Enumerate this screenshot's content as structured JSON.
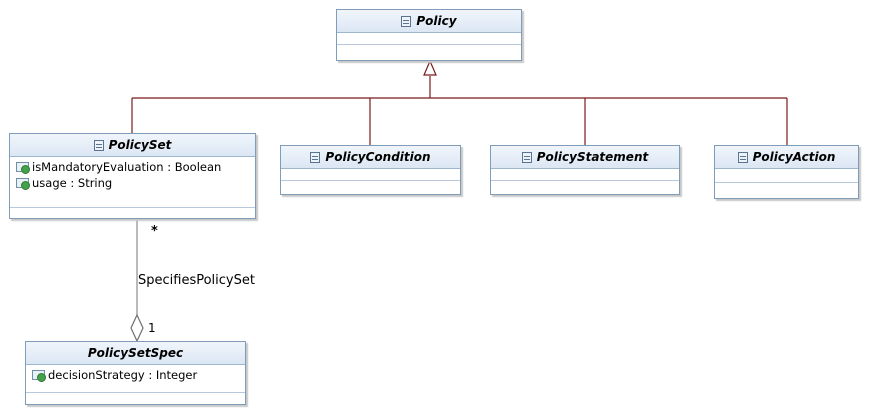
{
  "colors": {
    "generalization": "#7a1a1a",
    "association": "#8c8c8c",
    "class_border": "#7f9db9",
    "header_top": "#f0f5fb",
    "header_bottom": "#dce7f4"
  },
  "classes": {
    "policy": {
      "name": "Policy",
      "attributes": []
    },
    "policy_set": {
      "name": "PolicySet",
      "attributes": [
        {
          "text": "isMandatoryEvaluation : Boolean",
          "icon": "property-icon"
        },
        {
          "text": "usage : String",
          "icon": "property-icon"
        }
      ]
    },
    "policy_condition": {
      "name": "PolicyCondition",
      "attributes": []
    },
    "policy_statement": {
      "name": "PolicyStatement",
      "attributes": []
    },
    "policy_action": {
      "name": "PolicyAction",
      "attributes": []
    },
    "policy_set_spec": {
      "name": "PolicySetSpec",
      "attributes": [
        {
          "text": "decisionStrategy : Integer",
          "icon": "property-icon"
        }
      ]
    }
  },
  "association": {
    "name": "SpecifiesPolicySet",
    "multiplicity_policy_set": "*",
    "multiplicity_policy_set_spec": "1",
    "aggregation": "shared"
  },
  "generalization": {
    "parent": "Policy",
    "children": [
      "PolicySet",
      "PolicyCondition",
      "PolicyStatement",
      "PolicyAction"
    ]
  }
}
